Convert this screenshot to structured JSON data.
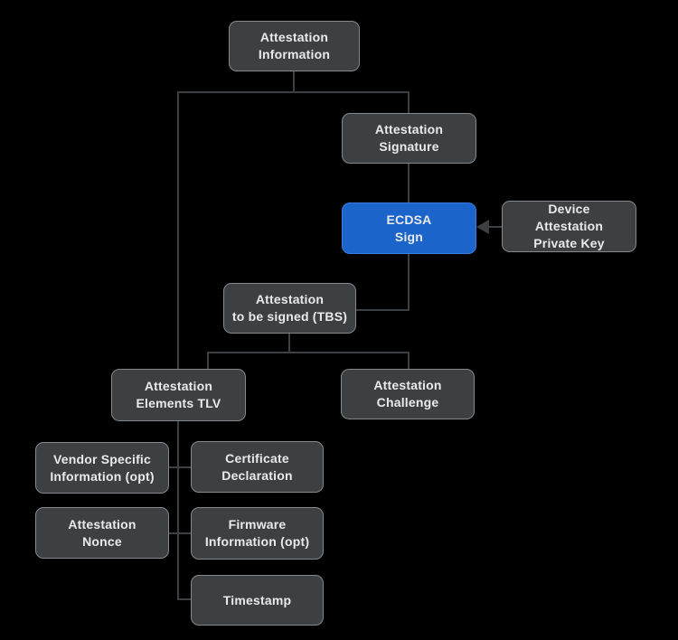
{
  "diagram": {
    "title": "Device Attestation signing flow diagram",
    "colors": {
      "background": "#000000",
      "node_fill": "#3c4043",
      "node_border": "#85898c",
      "node_text": "#e8eaed",
      "accent_fill": "#1b64c9",
      "accent_border": "#3b7ce0",
      "connector": "#3c4043"
    },
    "nodes": [
      {
        "id": "attestation-information",
        "label": "Attestation\nInformation",
        "variant": "default"
      },
      {
        "id": "attestation-signature",
        "label": "Attestation\nSignature",
        "variant": "default"
      },
      {
        "id": "ecdsa-sign",
        "label": "ECDSA\nSign",
        "variant": "accent"
      },
      {
        "id": "device-attestation-private-key",
        "label": "Device\nAttestation\nPrivate Key",
        "variant": "default"
      },
      {
        "id": "attestation-to-be-signed-tbs",
        "label": "Attestation\nto be signed (TBS)",
        "variant": "default"
      },
      {
        "id": "attestation-elements-tlv",
        "label": "Attestation\nElements TLV",
        "variant": "default"
      },
      {
        "id": "attestation-challenge",
        "label": "Attestation\nChallenge",
        "variant": "default"
      },
      {
        "id": "vendor-specific-information",
        "label": "Vendor Specific\nInformation (opt)",
        "variant": "default"
      },
      {
        "id": "certificate-declaration",
        "label": "Certificate\nDeclaration",
        "variant": "default"
      },
      {
        "id": "attestation-nonce",
        "label": "Attestation\nNonce",
        "variant": "default"
      },
      {
        "id": "firmware-information",
        "label": "Firmware\nInformation (opt)",
        "variant": "default"
      },
      {
        "id": "timestamp",
        "label": "Timestamp",
        "variant": "default"
      }
    ]
  }
}
